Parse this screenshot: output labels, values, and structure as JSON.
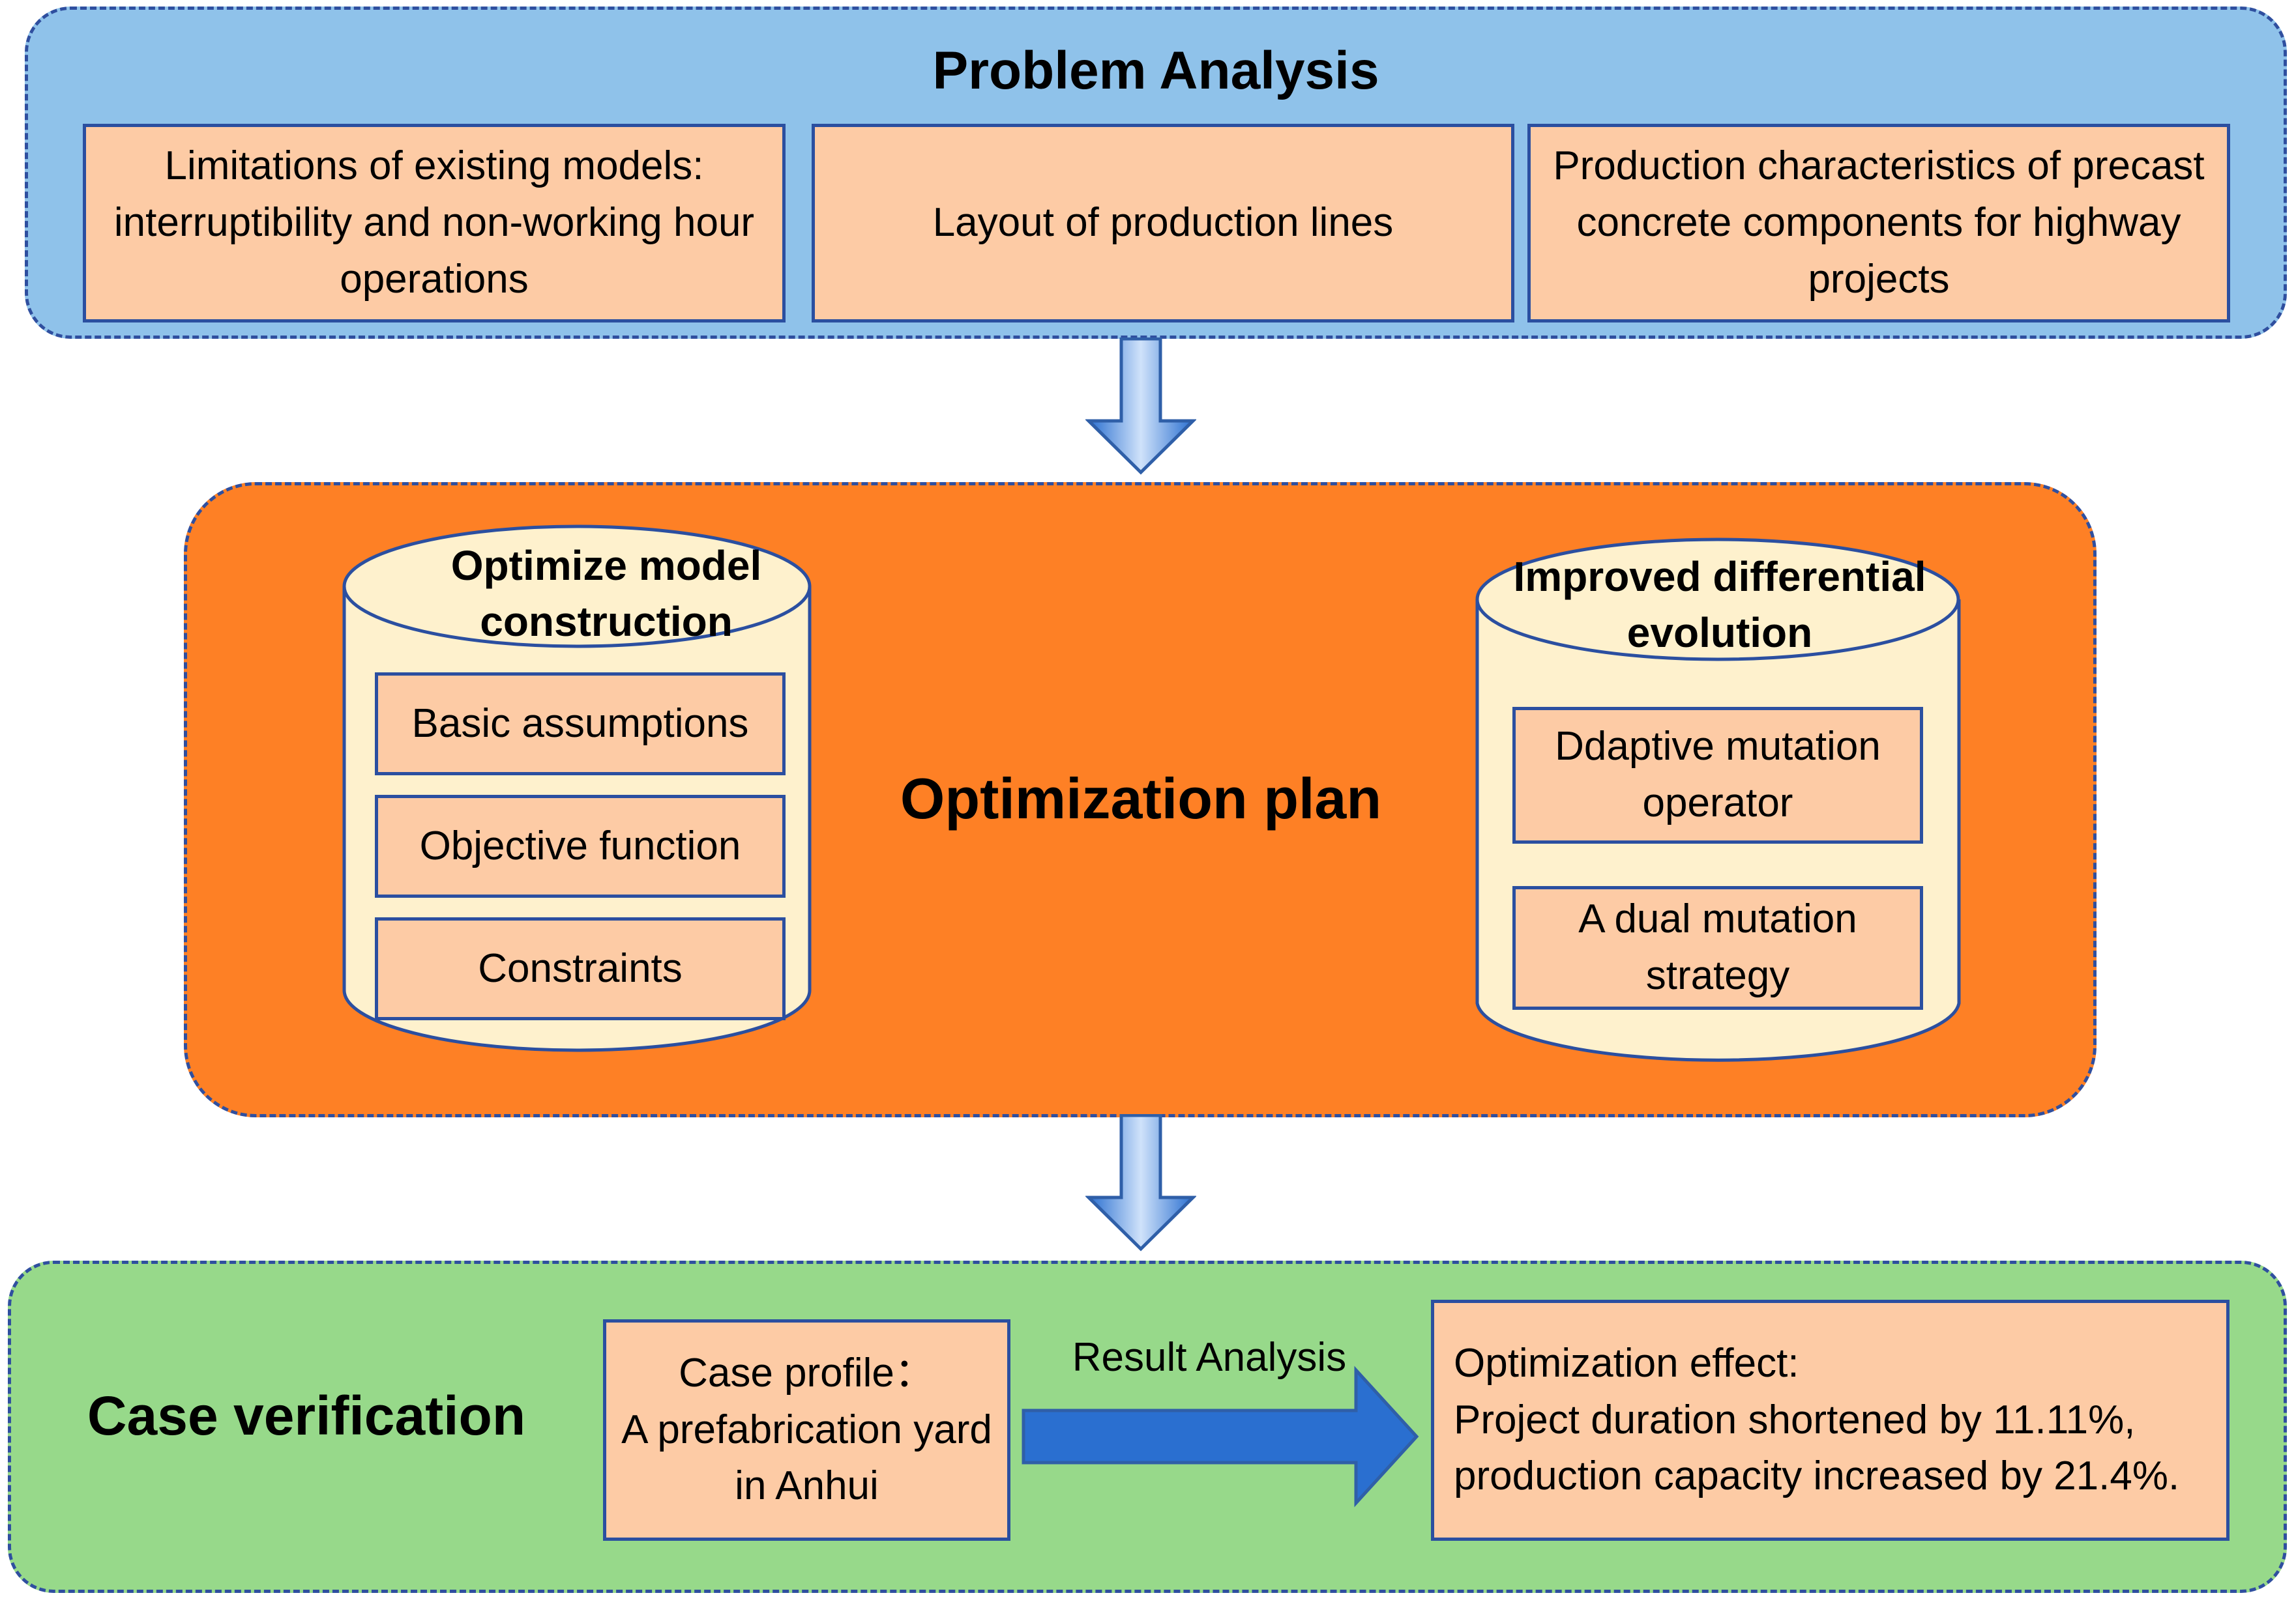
{
  "problem_analysis": {
    "title": "Problem Analysis",
    "boxes": [
      "Limitations of existing models: interruptibility and non-working hour operations",
      "Layout of production lines",
      "Production characteristics of precast concrete components for highway projects"
    ]
  },
  "optimization_plan": {
    "title": "Optimization plan",
    "left_cylinder": {
      "title": "Optimize model construction",
      "items": [
        "Basic assumptions",
        "Objective function",
        "Constraints"
      ]
    },
    "right_cylinder": {
      "title": "Improved differential evolution",
      "items": [
        "Ddaptive mutation operator",
        "A dual mutation strategy"
      ]
    }
  },
  "case_verification": {
    "title": "Case verification",
    "case_profile": "Case profile：\nA prefabrication yard in Anhui",
    "arrow_label": "Result Analysis",
    "effect": "Optimization effect:\nProject duration shortened by 11.11%,\nproduction capacity increased by 21.4%."
  },
  "colors": {
    "problem_bg": "#8fc2ea",
    "plan_bg": "#fe8025",
    "case_bg": "#97d98a",
    "box_fill": "#fdcba5",
    "cylinder_fill": "#fef1cd",
    "border": "#2b4fa0",
    "arrow": "#2a6fd0"
  }
}
